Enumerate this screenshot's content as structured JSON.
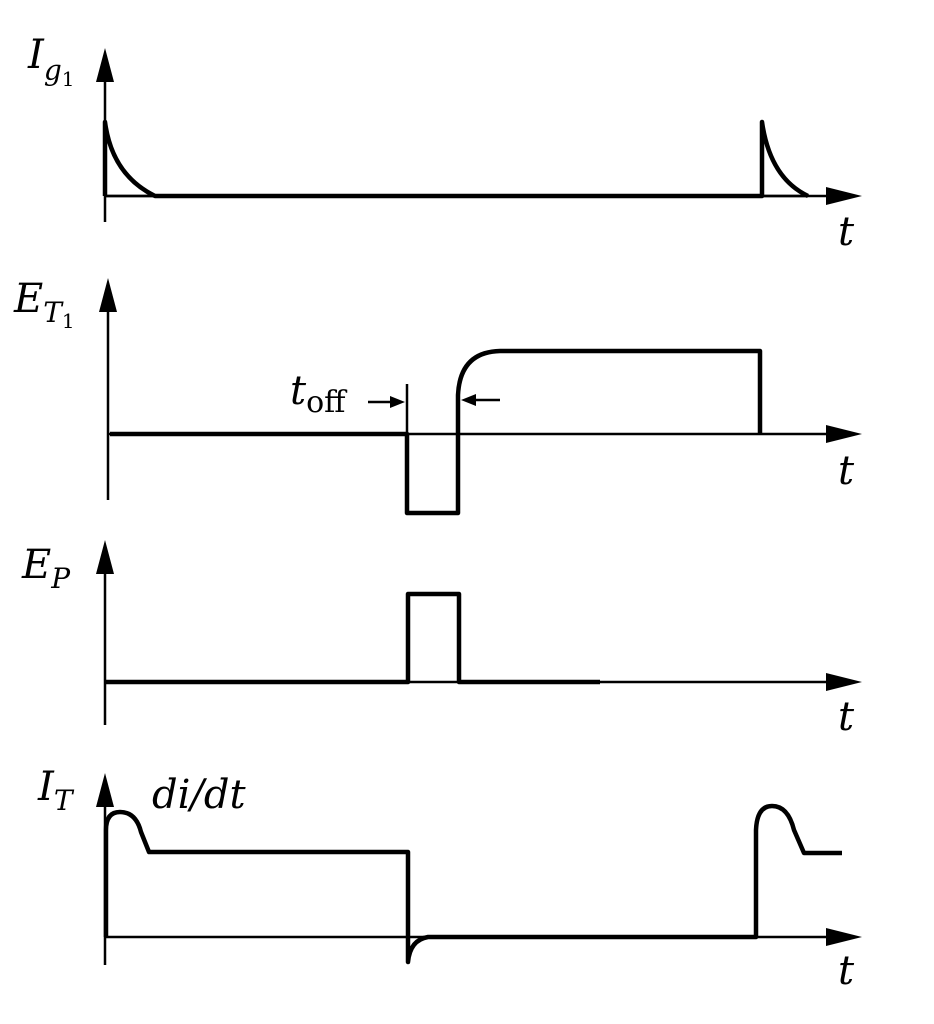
{
  "panels": {
    "ig1": {
      "y_label_main": "I",
      "y_label_sub": "g",
      "y_label_subsub": "1",
      "x_label": "t"
    },
    "et1": {
      "y_label_main": "E",
      "y_label_sub": "T",
      "y_label_subsub": "1",
      "x_label": "t",
      "annotation_main": "t",
      "annotation_sub": "off"
    },
    "ep": {
      "y_label_main": "E",
      "y_label_sub": "P",
      "x_label": "t"
    },
    "it": {
      "y_label_main": "I",
      "y_label_sub": "T",
      "x_label": "t",
      "annotation": "di/dt"
    }
  }
}
